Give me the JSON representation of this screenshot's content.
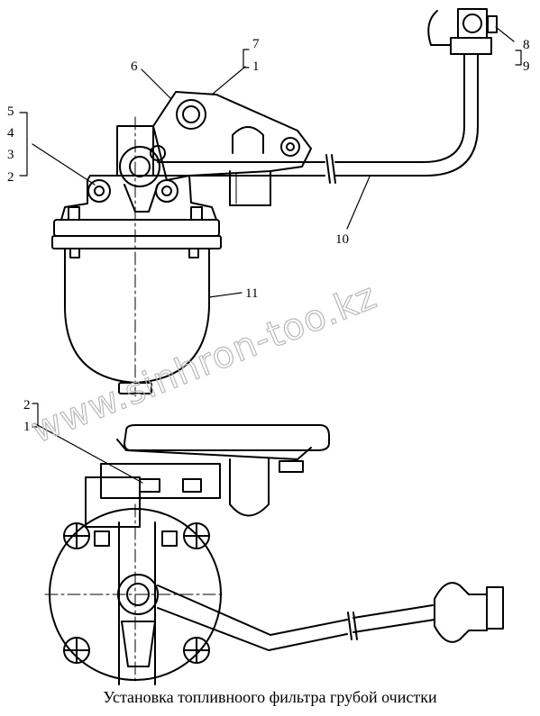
{
  "caption": "Установка топливноого  фильтра грубой очистки",
  "watermark": "www.sinhron-too.kz",
  "callouts": {
    "c1": "1",
    "c2": "2",
    "c3": "3",
    "c4": "4",
    "c5": "5",
    "c6": "6",
    "c7": "7",
    "c8": "8",
    "c9": "9",
    "c10": "10",
    "c11": "11"
  },
  "callouts_bottom": {
    "c1": "1",
    "c2": "2"
  },
  "colors": {
    "ink": "#000000",
    "watermark": "#b9b9b9"
  }
}
